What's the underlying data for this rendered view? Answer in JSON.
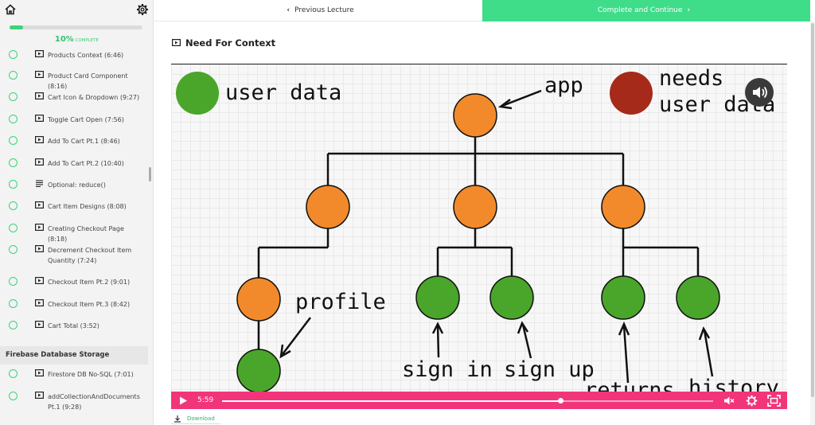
{
  "sidebar": {
    "progress": {
      "percent_text": "10%",
      "label": "COMPLETE",
      "fraction": 0.1
    },
    "lectures": [
      {
        "title": "Products Context (6:46)",
        "type": "video"
      },
      {
        "title": "Product Card Component (8:16)",
        "type": "video"
      },
      {
        "title": "Cart Icon & Dropdown (9:27)",
        "type": "video"
      },
      {
        "title": "Toggle Cart Open (7:56)",
        "type": "video"
      },
      {
        "title": "Add To Cart Pt.1 (8:46)",
        "type": "video"
      },
      {
        "title": "Add To Cart Pt.2 (10:40)",
        "type": "video"
      },
      {
        "title": "Optional: reduce()",
        "type": "text"
      },
      {
        "title": "Cart Item Designs (8:08)",
        "type": "video"
      },
      {
        "title": "Creating Checkout Page (8:18)",
        "type": "video"
      },
      {
        "title": "Decrement Checkout Item Quantity (7:24)",
        "type": "video"
      },
      {
        "title": "Checkout Item Pt.2 (9:01)",
        "type": "video"
      },
      {
        "title": "Checkout Item Pt.3 (8:42)",
        "type": "video"
      },
      {
        "title": "Cart Total (3:52)",
        "type": "video"
      }
    ],
    "section_title": "Firebase Database Storage",
    "section_lectures": [
      {
        "title": "Firestore DB No-SQL (7:01)",
        "type": "video"
      },
      {
        "title": "addCollectionAndDocuments Pt.1 (9:28)",
        "type": "video"
      }
    ]
  },
  "topbar": {
    "prev_label": "Previous Lecture",
    "next_label": "Complete and Continue",
    "next_color": "#3fdc8a"
  },
  "lecture": {
    "title": "Need For Context"
  },
  "video": {
    "time": "5:59",
    "progress_fraction": 0.69,
    "controls_color": "#f2357a",
    "diagram": {
      "legend": {
        "green_label": "user data",
        "red_label_line1": "needs",
        "red_label_line2": "user data"
      },
      "labels": {
        "app": "app",
        "profile": "profile",
        "sign_in": "sign in",
        "sign_up": "sign up",
        "returns": "returns",
        "history": "history"
      },
      "colors": {
        "orange": "#f28a2b",
        "green": "#4aa62a",
        "red": "#a52a1a"
      }
    }
  },
  "download": {
    "label": "Download"
  }
}
